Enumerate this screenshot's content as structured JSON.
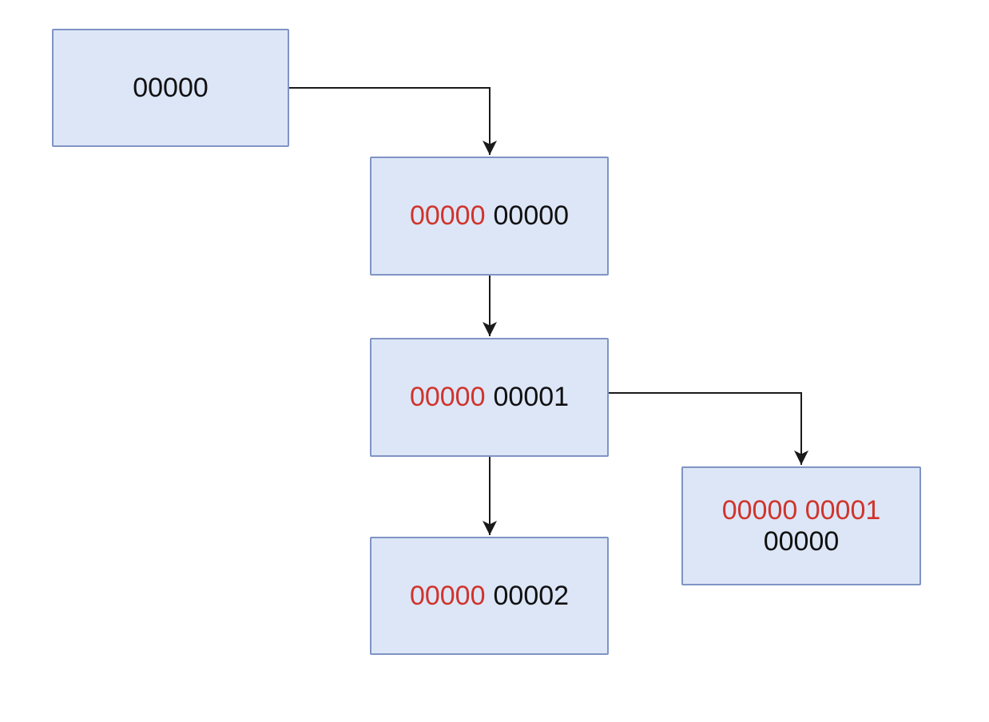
{
  "diagram": {
    "type": "flowchart",
    "colors": {
      "background": "#ffffff",
      "node_fill": "#dce6f7",
      "node_border": "#8094c4",
      "text_primary": "#111111",
      "text_highlight": "#d0342c",
      "connector": "#1a1a1a"
    },
    "nodes": [
      {
        "id": "root",
        "lines": [
          [
            {
              "text": "00000",
              "color": "#111111"
            }
          ]
        ]
      },
      {
        "id": "child-0",
        "lines": [
          [
            {
              "text": "00000",
              "color": "#d0342c"
            },
            {
              "text": "00000",
              "color": "#111111"
            }
          ]
        ]
      },
      {
        "id": "child-1",
        "lines": [
          [
            {
              "text": "00000",
              "color": "#d0342c"
            },
            {
              "text": "00001",
              "color": "#111111"
            }
          ]
        ]
      },
      {
        "id": "child-2",
        "lines": [
          [
            {
              "text": "00000",
              "color": "#d0342c"
            },
            {
              "text": "00002",
              "color": "#111111"
            }
          ]
        ]
      },
      {
        "id": "grandchild",
        "lines": [
          [
            {
              "text": "00000 00001",
              "color": "#d0342c"
            }
          ],
          [
            {
              "text": "00000",
              "color": "#111111"
            }
          ]
        ]
      }
    ],
    "edges": [
      {
        "from": "root",
        "to": "child-0",
        "style": "right-then-down-arrow"
      },
      {
        "from": "child-0",
        "to": "child-1",
        "style": "down-arrow"
      },
      {
        "from": "child-1",
        "to": "child-2",
        "style": "down-arrow"
      },
      {
        "from": "child-1",
        "to": "grandchild",
        "style": "right-then-down-arrow"
      }
    ]
  }
}
